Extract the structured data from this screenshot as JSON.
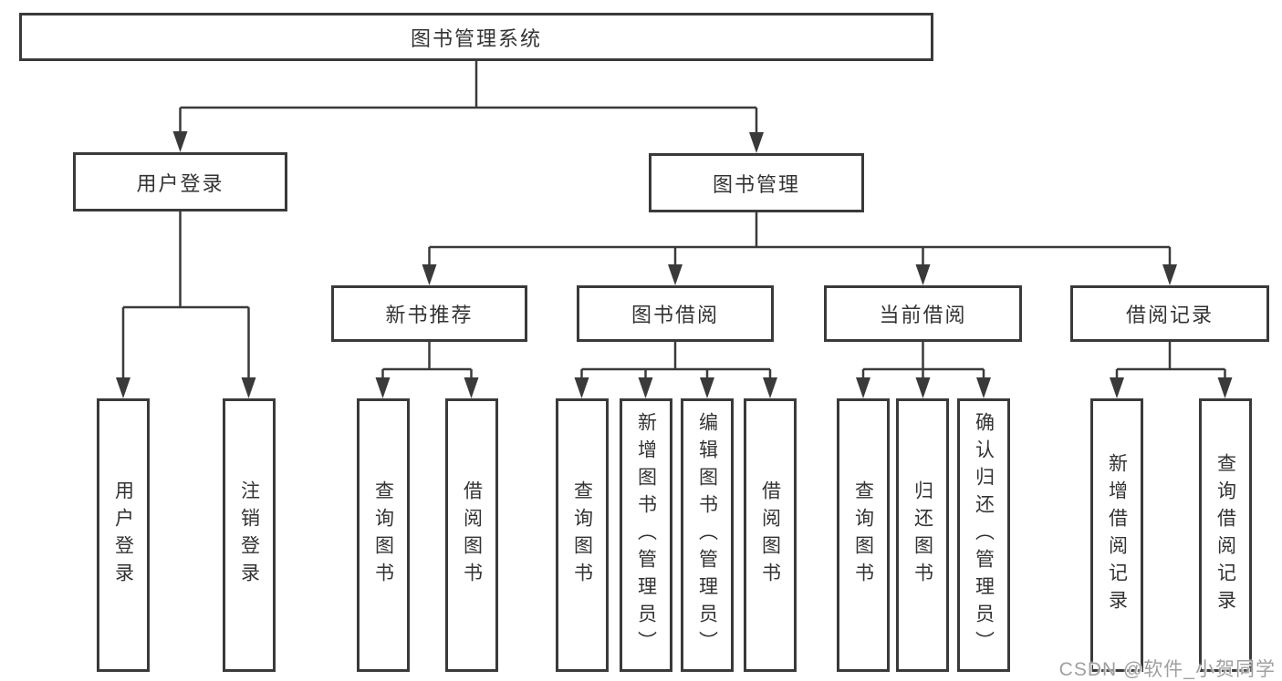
{
  "colors": {
    "background": "#ffffff",
    "line": "#3a3a3a",
    "box_border": "#3a3a3a",
    "text": "#333333",
    "watermark": "#a0a0a0"
  },
  "watermark": {
    "text": "CSDN @软件_小贺同学"
  },
  "tree": {
    "root": {
      "label": "图书管理系统"
    },
    "branches": [
      {
        "label": "用户登录",
        "leaves": [
          {
            "label": "用户登录"
          },
          {
            "label": "注销登录"
          }
        ]
      },
      {
        "label": "图书管理",
        "groups": [
          {
            "label": "新书推荐",
            "leaves": [
              {
                "label": "查询图书"
              },
              {
                "label": "借阅图书"
              }
            ]
          },
          {
            "label": "图书借阅",
            "leaves": [
              {
                "label": "查询图书"
              },
              {
                "label": "新增图书（管理员）"
              },
              {
                "label": "编辑图书（管理员）"
              },
              {
                "label": "借阅图书"
              }
            ]
          },
          {
            "label": "当前借阅",
            "leaves": [
              {
                "label": "查询图书"
              },
              {
                "label": "归还图书"
              },
              {
                "label": "确认归还（管理员）"
              }
            ]
          },
          {
            "label": "借阅记录",
            "leaves": [
              {
                "label": "新增借阅记录"
              },
              {
                "label": "查询借阅记录"
              }
            ]
          }
        ]
      }
    ]
  }
}
